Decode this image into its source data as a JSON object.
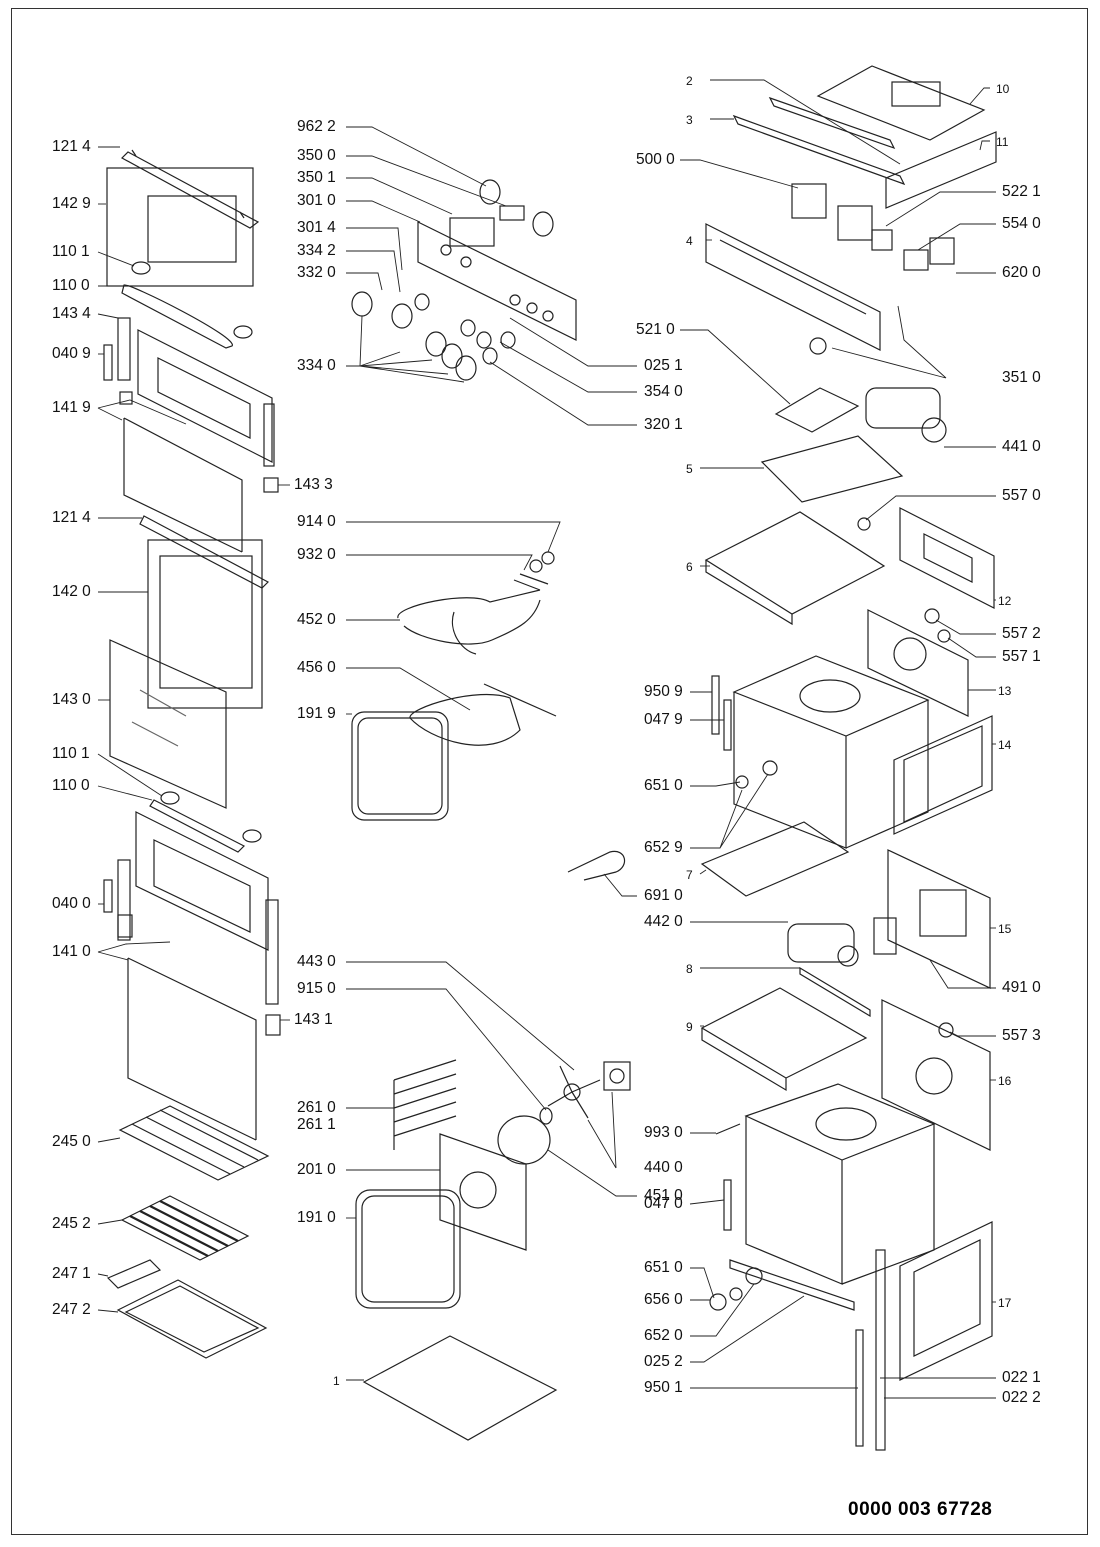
{
  "document_number": "0000 003 67728",
  "callouts_left": [
    "121 4",
    "142 9",
    "110 1",
    "110 0",
    "143 4",
    "040 9",
    "141 9",
    "143 3",
    "121 4",
    "142 0",
    "143 0",
    "110 1",
    "110 0",
    "040 0",
    "141 0",
    "143 1",
    "245 0",
    "245 2",
    "247 1",
    "247 2"
  ],
  "callouts_middle": [
    "962 2",
    "350 0",
    "350 1",
    "301 0",
    "301 4",
    "334 2",
    "332 0",
    "334 0",
    "025 1",
    "354 0",
    "320 1",
    "914 0",
    "932 0",
    "452 0",
    "456 0",
    "191 9",
    "691 0",
    "443 0",
    "915 0",
    "261 0",
    "261 1",
    "201 0",
    "191 0",
    "451 0",
    "440 0",
    "1"
  ],
  "callouts_right": [
    "2",
    "3",
    "10",
    "11",
    "500 0",
    "522 1",
    "4",
    "554 0",
    "620 0",
    "351 0",
    "521 0",
    "441 0",
    "5",
    "557 0",
    "6",
    "12",
    "557 2",
    "557 1",
    "950 9",
    "13",
    "047 9",
    "14",
    "651 0",
    "652 9",
    "7",
    "442 0",
    "15",
    "491 0",
    "8",
    "9",
    "557 3",
    "16",
    "993 0",
    "047 0",
    "651 0",
    "656 0",
    "652 0",
    "17",
    "025 2",
    "950 1",
    "022 1",
    "022 2"
  ],
  "icons": [
    "oven-door-outer-glass",
    "oven-door-inner-frame",
    "control-panel",
    "knob",
    "fan-motor",
    "heating-element",
    "oven-cavity",
    "shelf-rack",
    "baking-tray",
    "door-seal"
  ]
}
